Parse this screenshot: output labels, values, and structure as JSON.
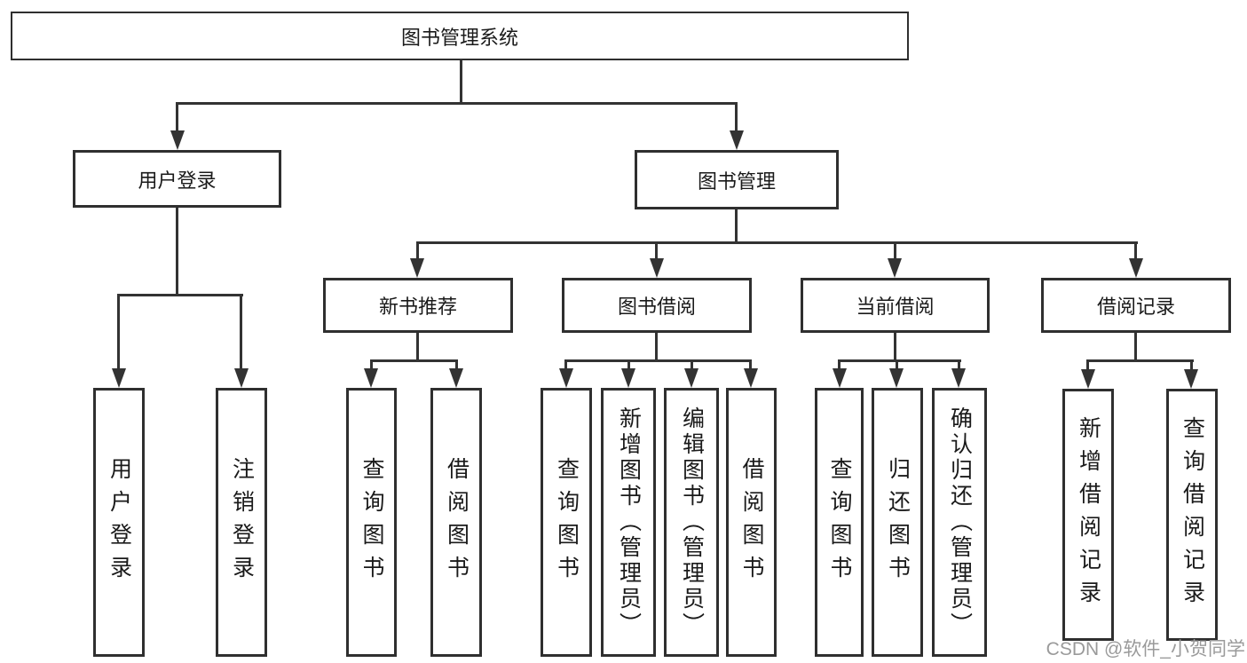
{
  "colors": {
    "background": "#ffffff",
    "box_fill": "#ffffff",
    "box_border": "#2f2f2f",
    "line": "#333333",
    "text": "#1a1a1a",
    "watermark": "#9a9a9a"
  },
  "watermark": {
    "text": "CSDN @软件_小贺同学"
  },
  "tree": {
    "root": {
      "label": "图书管理系统"
    },
    "branches": [
      {
        "label": "用户登录",
        "children": [
          {
            "label": "用户登录"
          },
          {
            "label": "注销登录"
          }
        ]
      },
      {
        "label": "图书管理",
        "children": [
          {
            "label": "新书推荐",
            "children": [
              {
                "label": "查询图书"
              },
              {
                "label": "借阅图书"
              }
            ]
          },
          {
            "label": "图书借阅",
            "children": [
              {
                "label": "查询图书"
              },
              {
                "label": "新增图书（管理员）"
              },
              {
                "label": "编辑图书（管理员）"
              },
              {
                "label": "借阅图书"
              }
            ]
          },
          {
            "label": "当前借阅",
            "children": [
              {
                "label": "查询图书"
              },
              {
                "label": "归还图书"
              },
              {
                "label": "确认归还（管理员）"
              }
            ]
          },
          {
            "label": "借阅记录",
            "children": [
              {
                "label": "新增借阅记录"
              },
              {
                "label": "查询借阅记录"
              }
            ]
          }
        ]
      }
    ]
  }
}
